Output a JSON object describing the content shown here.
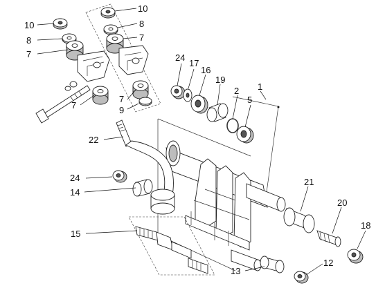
{
  "labels": {
    "p10a": "10",
    "p8a": "8",
    "p7a": "7",
    "p10b": "10",
    "p8b": "8",
    "p7b": "7",
    "p7c": "7",
    "p7d": "7",
    "p9": "9",
    "p24a": "24",
    "p17": "17",
    "p16": "16",
    "p19": "19",
    "p2": "2",
    "p1": "1",
    "p5": "5",
    "p22": "22",
    "p24b": "24",
    "p14": "14",
    "p21": "21",
    "p20": "20",
    "p18": "18",
    "p15": "15",
    "p13": "13",
    "p12": "12"
  }
}
